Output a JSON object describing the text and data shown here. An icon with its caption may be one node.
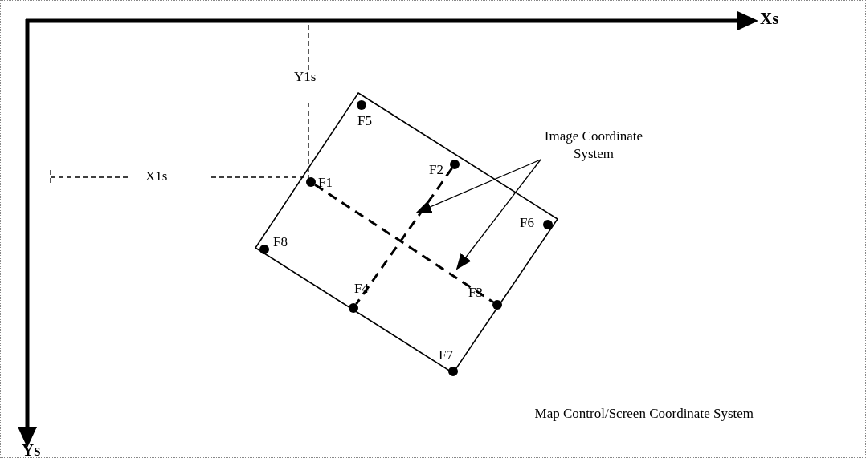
{
  "diagram": {
    "nodes": [
      {
        "text": [
          "Map Control/Screen Coordinate System"
        ]
      },
      {
        "text": [],
        "shape": "box",
        "in": 0
      },
      {
        "text": [
          "F1"
        ],
        "in": 1
      },
      {
        "text": [
          "F2"
        ],
        "in": 1
      },
      {
        "text": [
          "F3"
        ],
        "in": 1
      },
      {
        "text": [
          "F4"
        ],
        "in": 1
      },
      {
        "text": [
          "F5"
        ],
        "in": 1
      },
      {
        "text": [
          "F6"
        ],
        "in": 1
      },
      {
        "text": [
          "F7"
        ],
        "in": 1
      },
      {
        "text": [
          "F8"
        ],
        "in": 1
      },
      {
        "text": [
          "Image Coordinate System"
        ],
        "in": 0
      }
    ],
    "edges": [
      {
        "from": 2,
        "to": 4,
        "arrow": "none",
        "style": "dashed"
      },
      {
        "from": 3,
        "to": 5,
        "arrow": "none",
        "style": "dashed"
      },
      {
        "from": 10,
        "to": null,
        "arrow": "to"
      },
      {
        "from": 10,
        "to": null,
        "arrow": "to"
      }
    ],
    "labels": [
      "Xs",
      "Y1s",
      "X1s",
      "Ys"
    ]
  }
}
